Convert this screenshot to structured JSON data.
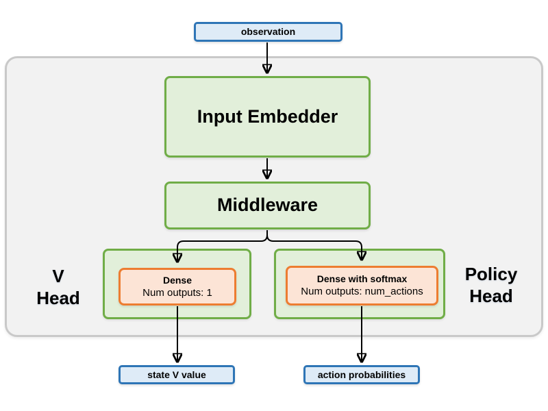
{
  "colors": {
    "blue_fill": "#DEEBF7",
    "blue_border": "#2E75B6",
    "green_fill": "#E2EFDA",
    "green_border": "#70AD47",
    "orange_fill": "#FCE4D6",
    "orange_border": "#ED7D31",
    "container_fill": "#F2F2F2",
    "container_border": "#C9C9C9",
    "arrow": "#000000",
    "text": "#000000",
    "background": "#FFFFFF"
  },
  "nodes": {
    "observation": {
      "label": "observation"
    },
    "input_embedder": {
      "label": "Input Embedder"
    },
    "middleware": {
      "label": "Middleware"
    },
    "v_head": {
      "title_lines": [
        "V",
        "Head"
      ],
      "dense": {
        "title": "Dense",
        "subtitle": "Num outputs: 1"
      },
      "output": {
        "label": "state V value"
      }
    },
    "policy_head": {
      "title_lines": [
        "Policy",
        "Head"
      ],
      "dense": {
        "title": "Dense with softmax",
        "subtitle": "Num outputs: num_actions"
      },
      "output": {
        "label": "action probabilities"
      }
    }
  },
  "edges": [
    {
      "from": "observation",
      "to": "input_embedder"
    },
    {
      "from": "input_embedder",
      "to": "middleware"
    },
    {
      "from": "middleware",
      "to": "v_head.dense"
    },
    {
      "from": "middleware",
      "to": "policy_head.dense"
    },
    {
      "from": "v_head.dense",
      "to": "v_head.output"
    },
    {
      "from": "policy_head.dense",
      "to": "policy_head.output"
    }
  ]
}
